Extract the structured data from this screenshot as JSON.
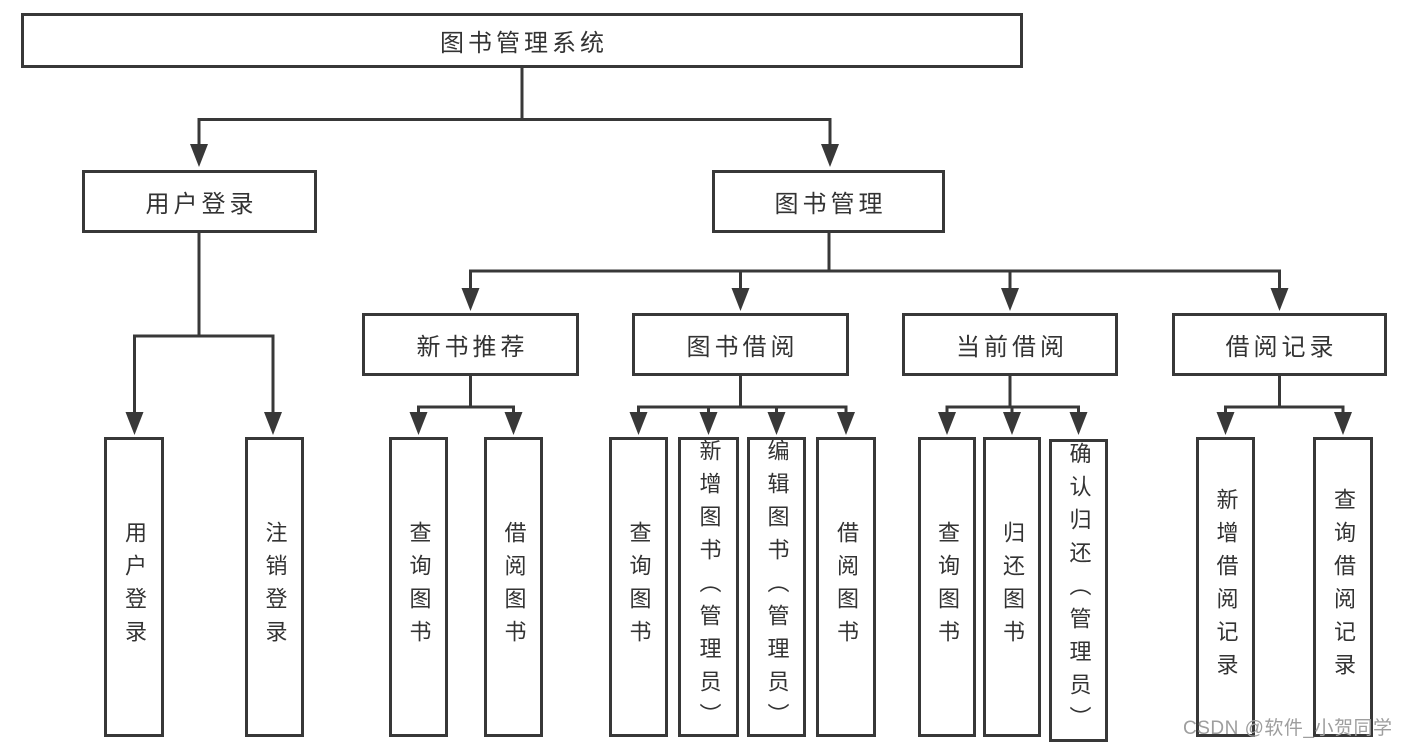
{
  "title": "图书管理系统",
  "tree": {
    "label": "图书管理系统",
    "children": [
      {
        "label": "用户登录",
        "children": [
          {
            "label": "用户登录"
          },
          {
            "label": "注销登录"
          }
        ]
      },
      {
        "label": "图书管理",
        "children": [
          {
            "label": "新书推荐",
            "children": [
              {
                "label": "查询图书"
              },
              {
                "label": "借阅图书"
              }
            ]
          },
          {
            "label": "图书借阅",
            "children": [
              {
                "label": "查询图书"
              },
              {
                "label": "新增图书（管理员）"
              },
              {
                "label": "编辑图书（管理员）"
              },
              {
                "label": "借阅图书"
              }
            ]
          },
          {
            "label": "当前借阅",
            "children": [
              {
                "label": "查询图书"
              },
              {
                "label": "归还图书"
              },
              {
                "label": "确认归还（管理员）"
              }
            ]
          },
          {
            "label": "借阅记录",
            "children": [
              {
                "label": "新增借阅记录"
              },
              {
                "label": "查询借阅记录"
              }
            ]
          }
        ]
      }
    ]
  },
  "watermark": "CSDN @软件_小贺同学",
  "colors": {
    "line": "#383838",
    "text": "#333333",
    "watermark": "#9e9e9e",
    "background": "#ffffff"
  }
}
